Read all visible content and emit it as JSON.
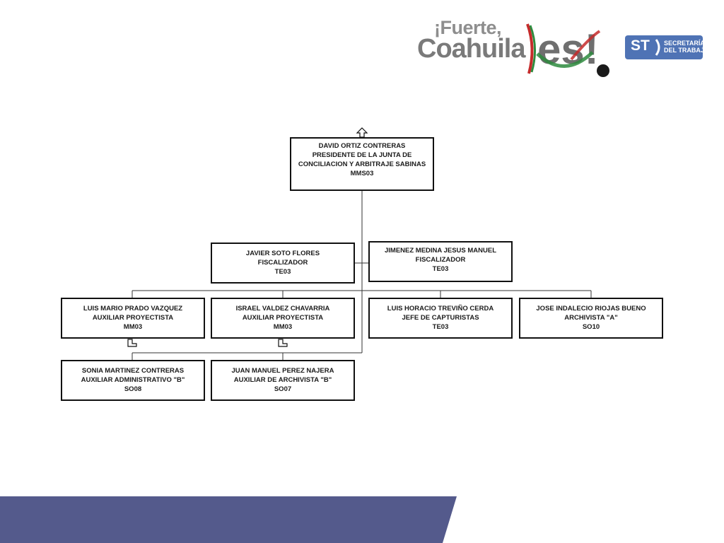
{
  "header": {
    "logo_line1": "¡Fuerte,",
    "logo_line2": "Coahuila",
    "logo_tail": "es!",
    "badge_letters": "ST",
    "badge_line1": "SECRETARÍA",
    "badge_line2": "DEL TRABAJO"
  },
  "org": {
    "head": {
      "name": "DAVID ORTIZ CONTRERAS",
      "title": "PRESIDENTE DE LA JUNTA DE CONCILIACION Y ARBITRAJE SABINAS",
      "code": "MMS03"
    },
    "staff_left": {
      "name": "JAVIER SOTO FLORES",
      "title": "FISCALIZADOR",
      "code": "TE03"
    },
    "staff_right": {
      "name": "JIMENEZ MEDINA JESUS MANUEL",
      "title": "FISCALIZADOR",
      "code": "TE03"
    },
    "level2": [
      {
        "name": "LUIS MARIO PRADO VAZQUEZ",
        "title": "AUXILIAR PROYECTISTA",
        "code": "MM03"
      },
      {
        "name": "ISRAEL VALDEZ CHAVARRIA",
        "title": "AUXILIAR PROYECTISTA",
        "code": "MM03"
      },
      {
        "name": "LUIS HORACIO TREVIÑO CERDA",
        "title": "JEFE DE CAPTURISTAS",
        "code": "TE03"
      },
      {
        "name": "JOSE INDALECIO RIOJAS BUENO",
        "title": "ARCHIVISTA \"A\"",
        "code": "SO10"
      }
    ],
    "level3": [
      {
        "name": "SONIA MARTINEZ CONTRERAS",
        "title": "AUXILIAR ADMINISTRATIVO \"B\"",
        "code": "SO08"
      },
      {
        "name": "JUAN MANUEL PEREZ NAJERA",
        "title": "AUXILIAR DE ARCHIVISTA \"B\"",
        "code": "SO07"
      }
    ]
  },
  "colors": {
    "footer_band": "#545a8c",
    "box_border": "#111111",
    "badge": "#4f73b5",
    "logo_gray": "#7a7a7a"
  }
}
